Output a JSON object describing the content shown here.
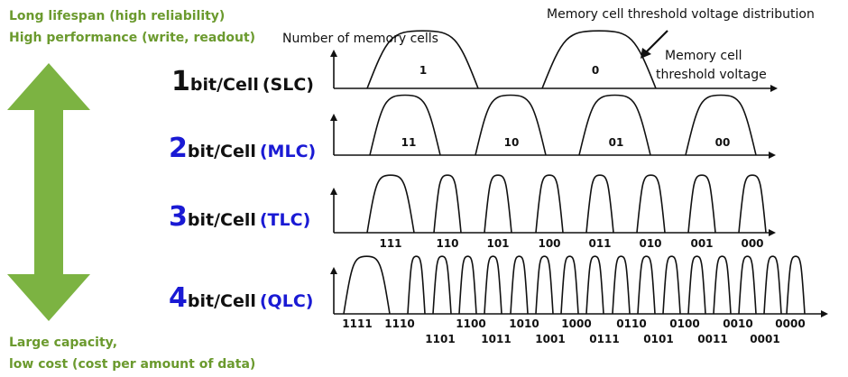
{
  "annotations": {
    "top_left_line1": "Long lifespan (high reliability)",
    "top_left_line2": "High performance (write, readout)",
    "bottom_left_line1": "Large capacity,",
    "bottom_left_line2": "low cost (cost per amount of data)",
    "y_axis_label": "Number of memory cells",
    "distribution_label": "Memory cell threshold voltage distribution",
    "x_axis_label_line1": "Memory cell",
    "x_axis_label_line2": "threshold voltage"
  },
  "colors": {
    "green": "#6b9a2e",
    "arrow_green": "#7cb342",
    "blue": "#1a1ad4",
    "black": "#111111"
  },
  "rows": [
    {
      "num": "1",
      "word": "bit/Cell",
      "type": "(SLC)",
      "num_color": "#111111",
      "type_color": "#111111",
      "states": [
        "1",
        "0"
      ]
    },
    {
      "num": "2",
      "word": "bit/Cell",
      "type": "(MLC)",
      "num_color": "#1a1ad4",
      "type_color": "#1a1ad4",
      "states": [
        "11",
        "10",
        "01",
        "00"
      ]
    },
    {
      "num": "3",
      "word": "bit/Cell",
      "type": "(TLC)",
      "num_color": "#1a1ad4",
      "type_color": "#1a1ad4",
      "states": [
        "111",
        "110",
        "101",
        "100",
        "011",
        "010",
        "001",
        "000"
      ]
    },
    {
      "num": "4",
      "word": "bit/Cell",
      "type": "(QLC)",
      "num_color": "#1a1ad4",
      "type_color": "#1a1ad4",
      "states": [
        "1111",
        "1110",
        "1101",
        "1100",
        "1011",
        "1010",
        "1001",
        "1000",
        "0111",
        "0110",
        "0101",
        "0100",
        "0011",
        "0010",
        "0001",
        "0000"
      ]
    }
  ]
}
